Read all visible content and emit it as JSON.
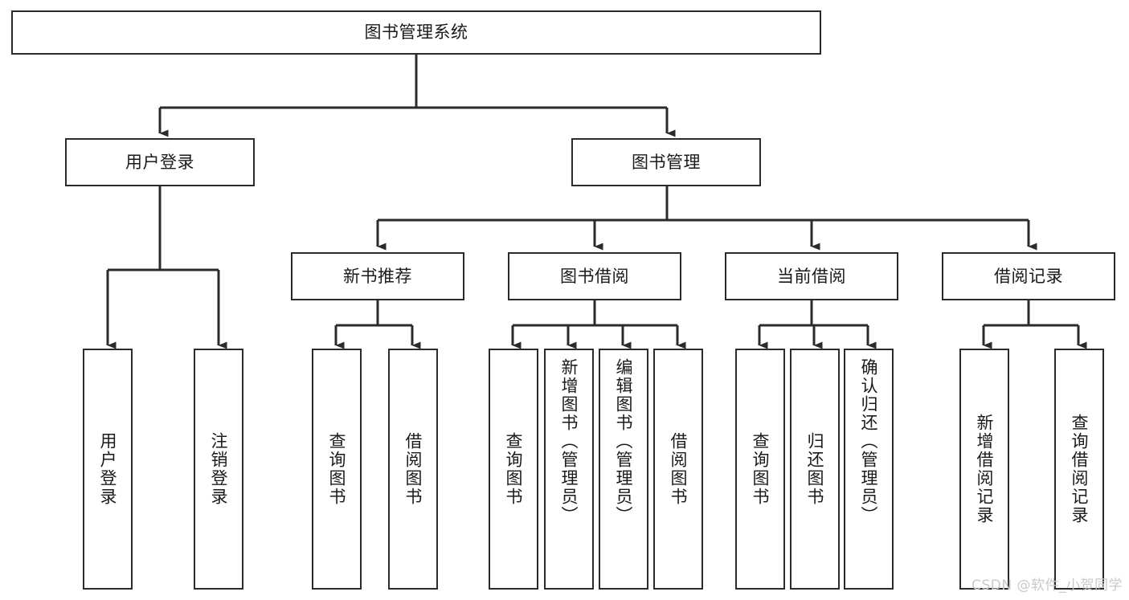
{
  "diagram": {
    "type": "hierarchy-tree",
    "title": "图书管理系统",
    "stroke_color": "#2b2b2b",
    "fill_color": "#ffffff",
    "text_color": "#1a1a1a",
    "watermark": "CSDN @软件_小贺同学",
    "levels": {
      "root": {
        "label": "图书管理系统"
      },
      "level2": [
        {
          "label": "用户登录"
        },
        {
          "label": "图书管理"
        }
      ],
      "level3": [
        {
          "label": "新书推荐"
        },
        {
          "label": "图书借阅"
        },
        {
          "label": "当前借阅"
        },
        {
          "label": "借阅记录"
        }
      ],
      "leaves": [
        {
          "label": "用户登录",
          "parent": "用户登录"
        },
        {
          "label": "注销登录",
          "parent": "用户登录"
        },
        {
          "label": "查询图书",
          "parent": "新书推荐"
        },
        {
          "label": "借阅图书",
          "parent": "新书推荐"
        },
        {
          "label": "查询图书",
          "parent": "图书借阅"
        },
        {
          "label": "新增图书（管理员）",
          "parent": "图书借阅"
        },
        {
          "label": "编辑图书（管理员）",
          "parent": "图书借阅"
        },
        {
          "label": "借阅图书",
          "parent": "图书借阅"
        },
        {
          "label": "查询图书",
          "parent": "当前借阅"
        },
        {
          "label": "归还图书",
          "parent": "当前借阅"
        },
        {
          "label": "确认归还（管理员）",
          "parent": "当前借阅"
        },
        {
          "label": "新增借阅记录",
          "parent": "借阅记录"
        },
        {
          "label": "查询借阅记录",
          "parent": "借阅记录"
        }
      ]
    }
  }
}
